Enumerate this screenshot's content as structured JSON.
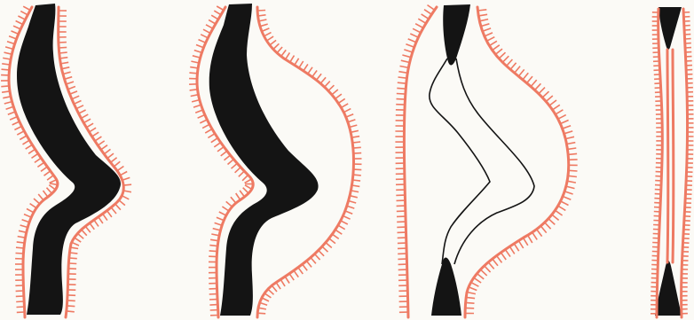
{
  "figure": {
    "panel_count": 4,
    "panels": [
      {
        "id": "panel-1",
        "description_name": "bent-tube-with-full-core"
      },
      {
        "id": "panel-2",
        "description_name": "bulged-tube-with-core"
      },
      {
        "id": "panel-3",
        "description_name": "bulged-tube-hollow-core"
      },
      {
        "id": "panel-4",
        "description_name": "straight-narrow-tube"
      }
    ],
    "colors": {
      "background": "#fbfaf6",
      "ink": "#141414",
      "membrane": "#ee7a63"
    }
  }
}
